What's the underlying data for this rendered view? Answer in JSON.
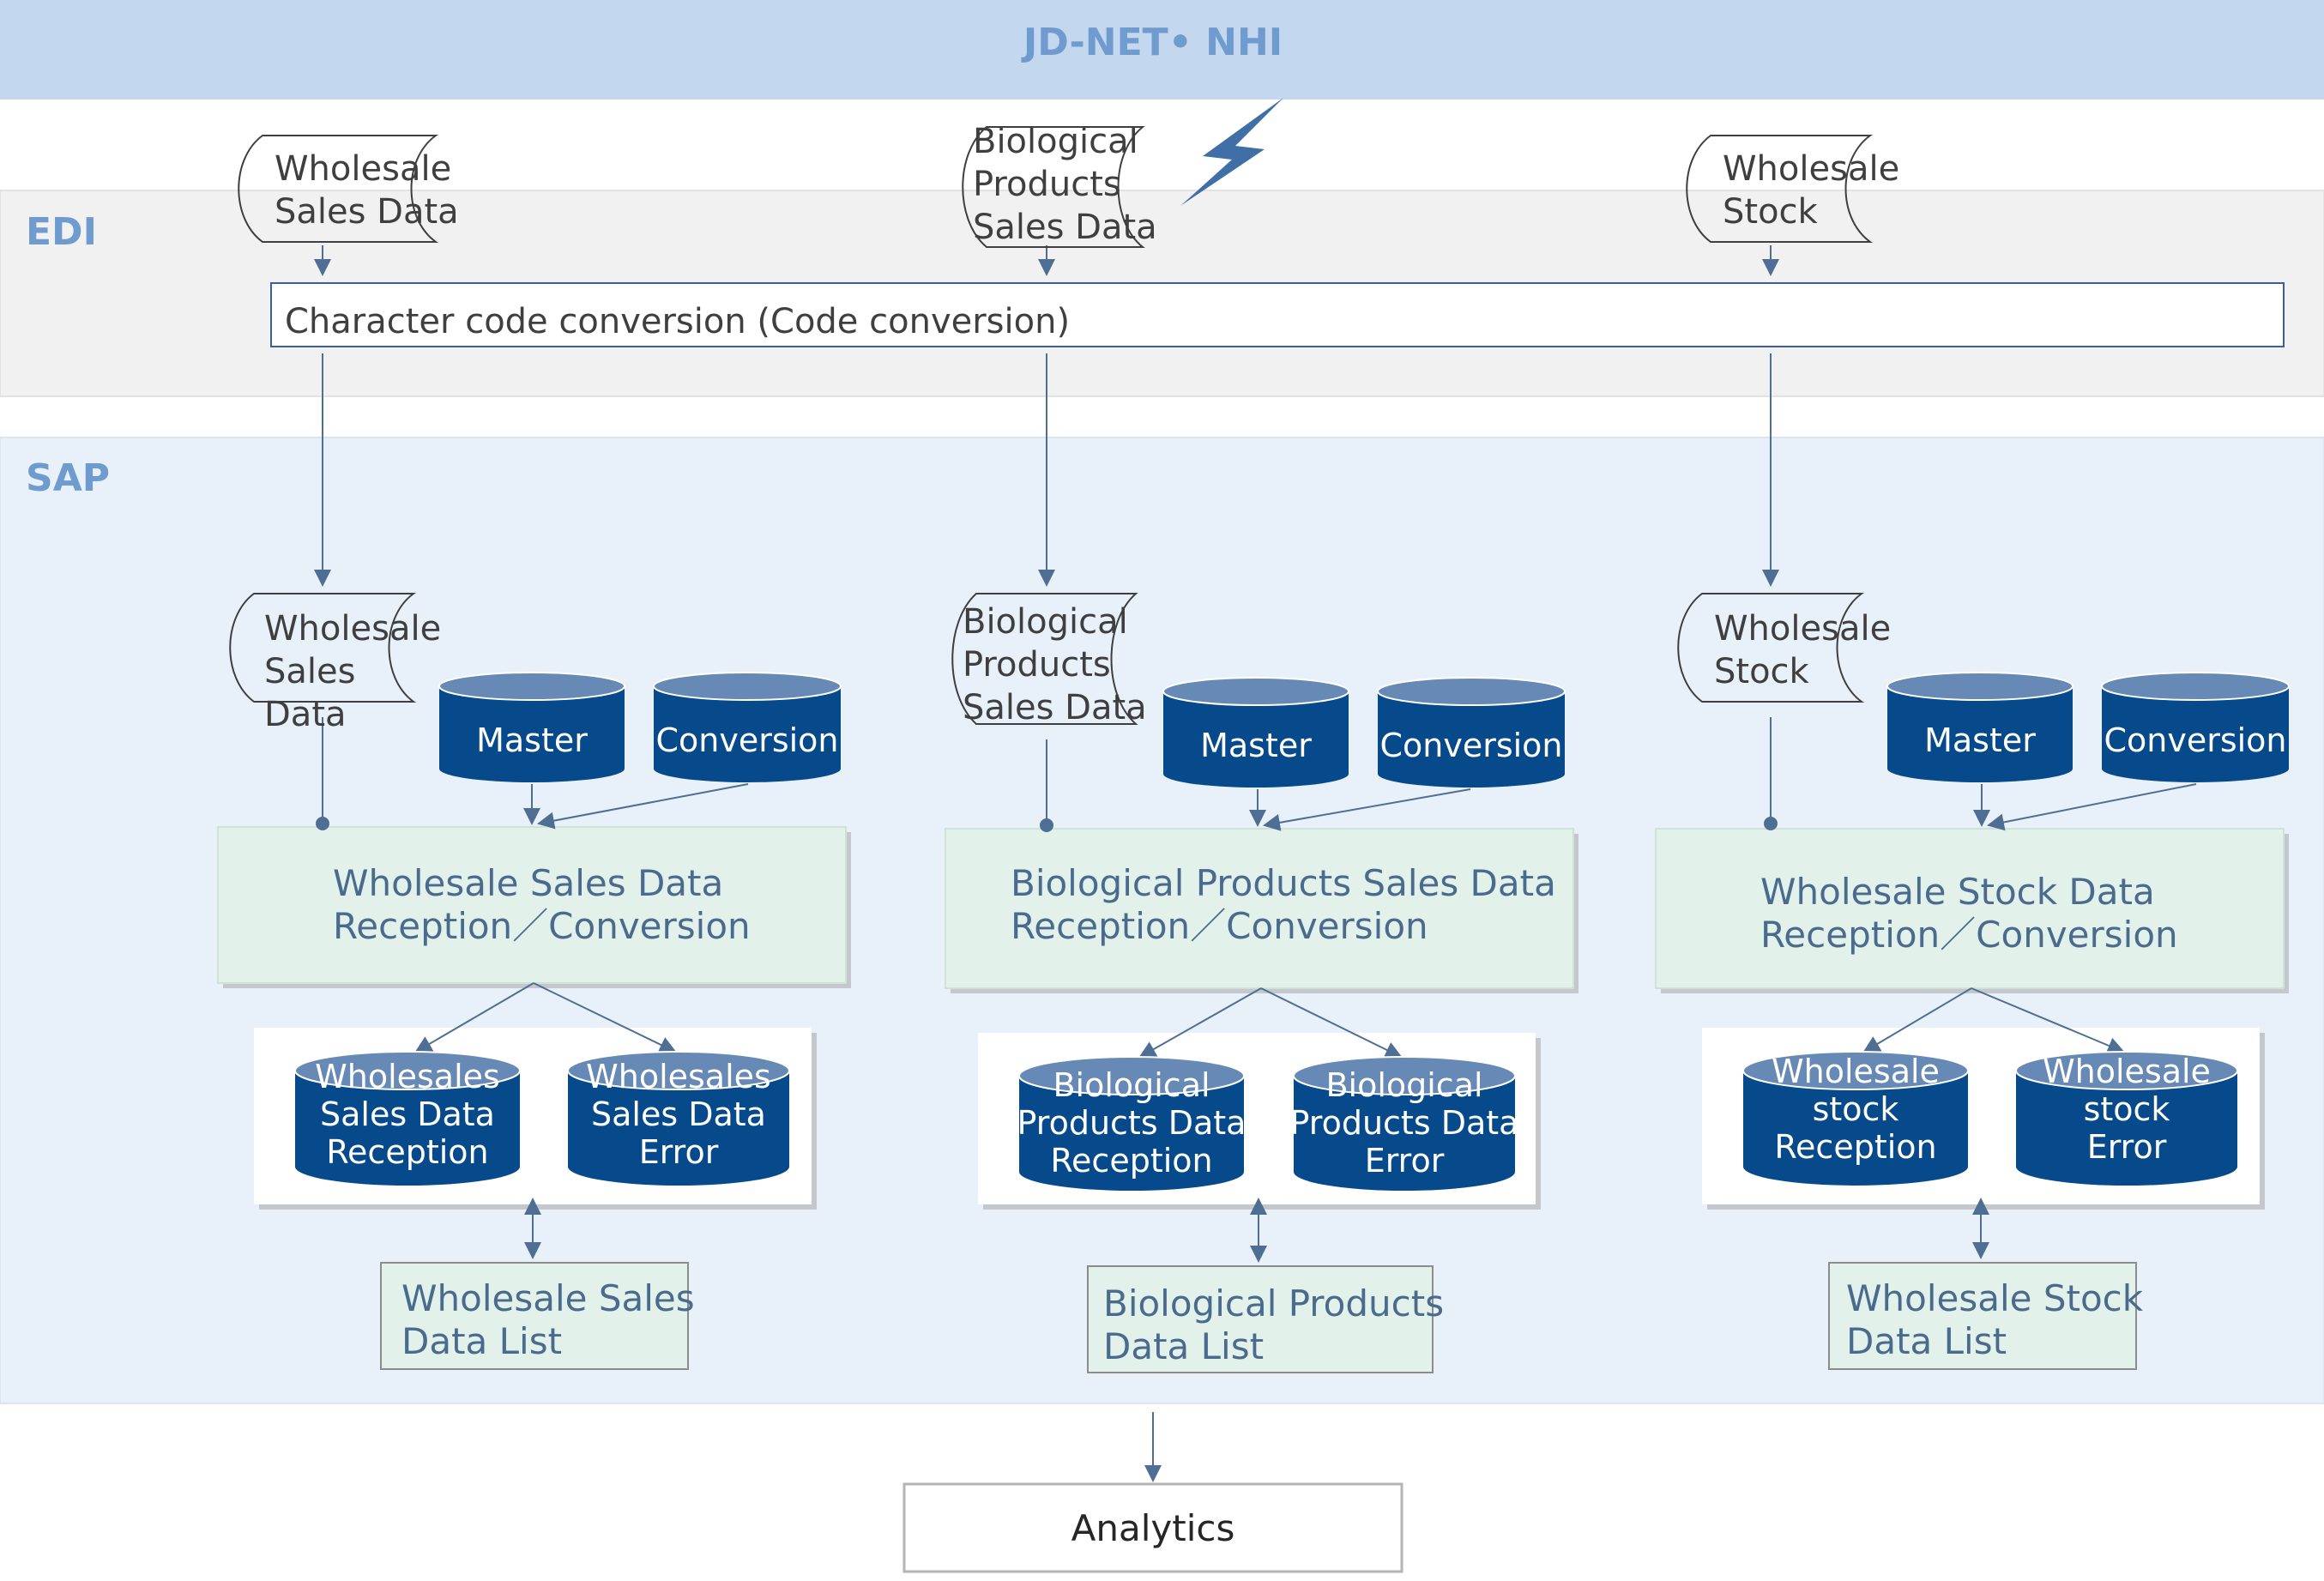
{
  "header": {
    "title": "JD-NET• NHI"
  },
  "bands": {
    "edi_label": "EDI",
    "sap_label": "SAP"
  },
  "edi": {
    "inputs": [
      {
        "lines": [
          "Wholesale",
          "Sales Data"
        ]
      },
      {
        "lines": [
          "Biological",
          "Products",
          "Sales Data"
        ]
      },
      {
        "lines": [
          "Wholesale",
          "Stock"
        ]
      }
    ],
    "conversion_label": "Character code conversion (Code conversion)"
  },
  "sap": {
    "columns": [
      {
        "file_lines": [
          "Wholesale",
          "Sales",
          "Data"
        ],
        "master_label": "Master",
        "conversion_label": "Conversion",
        "process_lines": [
          "Wholesale Sales Data",
          "Reception／Conversion"
        ],
        "reception_lines": [
          "Wholesales",
          "Sales Data",
          "Reception"
        ],
        "error_lines": [
          "Wholesales",
          "Sales Data",
          "Error"
        ],
        "list_lines": [
          "Wholesale Sales",
          "Data List"
        ]
      },
      {
        "file_lines": [
          "Biological",
          "Products",
          "Sales Data"
        ],
        "master_label": "Master",
        "conversion_label": "Conversion",
        "process_lines": [
          "Biological Products Sales Data",
          "Reception／Conversion"
        ],
        "reception_lines": [
          "Biological",
          "Products Data",
          "Reception"
        ],
        "error_lines": [
          "Biological",
          "Products Data",
          "Error"
        ],
        "list_lines": [
          "Biological Products",
          "Data List"
        ]
      },
      {
        "file_lines": [
          "Wholesale",
          "Stock"
        ],
        "master_label": "Master",
        "conversion_label": "Conversion",
        "process_lines": [
          "Wholesale Stock Data",
          "Reception／Conversion"
        ],
        "reception_lines": [
          "Wholesale",
          "stock",
          "Reception"
        ],
        "error_lines": [
          "Wholesale",
          "stock",
          "Error"
        ],
        "list_lines": [
          "Wholesale Stock",
          "Data List"
        ]
      }
    ]
  },
  "output": {
    "label": "Analytics"
  },
  "colors": {
    "header_band": "#c3d7ee",
    "edi_band": "#f1f1f1",
    "sap_band": "#e8f0fa",
    "process_box": "#e2f1ea",
    "cylinder_body": "#074a8c",
    "cylinder_top": "#6689b5",
    "arrow": "#4e6e93",
    "lightning": "#3f6fa6"
  },
  "icons": {
    "lightning": "lightning-bolt-icon",
    "arrowhead": "arrowhead-icon",
    "connector_dot": "connector-dot-icon"
  }
}
